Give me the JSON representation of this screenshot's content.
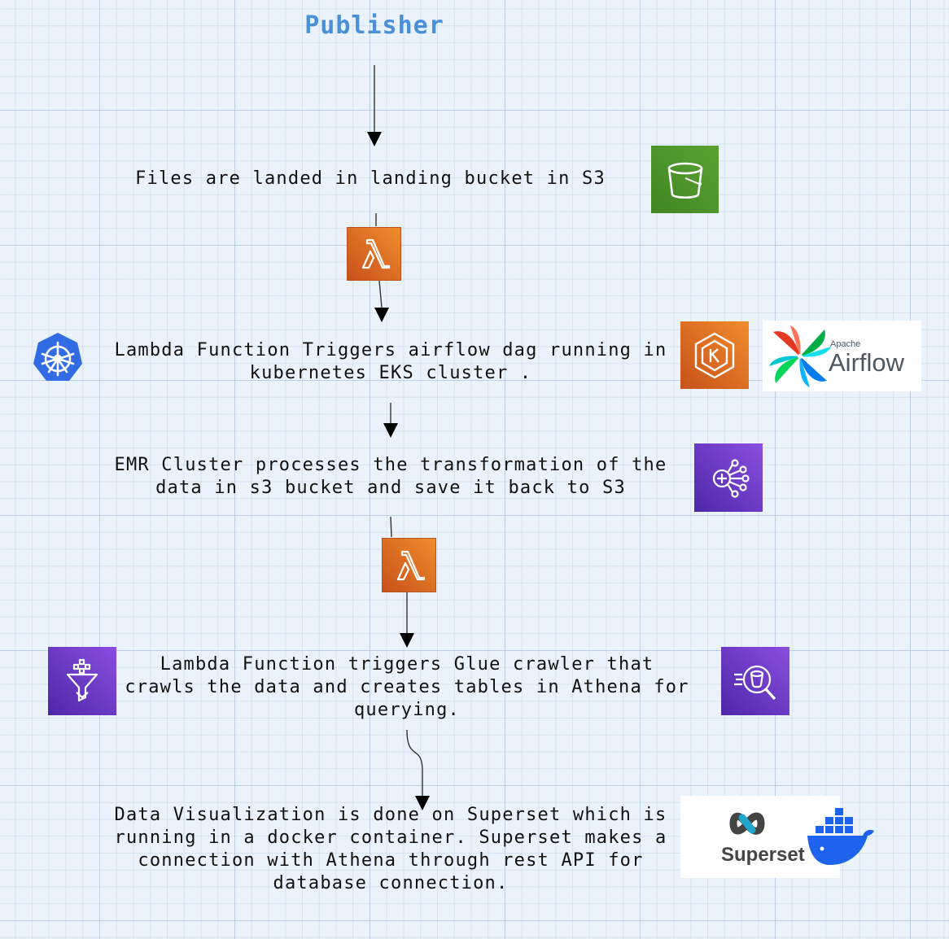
{
  "title": "Publisher",
  "steps": [
    {
      "lines": [
        "Files are landed in landing bucket in S3"
      ]
    },
    {
      "lines": [
        "Lambda Function Triggers airflow dag running in",
        "kubernetes EKS cluster ."
      ]
    },
    {
      "lines": [
        "EMR Cluster processes the transformation of the",
        "data in s3 bucket and save it back to S3"
      ]
    },
    {
      "lines": [
        "Lambda Function triggers Glue crawler that",
        "crawls the data and creates tables in Athena for",
        "querying."
      ]
    },
    {
      "lines": [
        "Data Visualization is done on Superset which is",
        "running in a docker container. Superset makes a",
        "connection with Athena through rest API for",
        "database connection."
      ]
    }
  ],
  "logos": {
    "airflow": {
      "small": "Apache",
      "big": "Airflow"
    },
    "superset": {
      "text": "Superset"
    }
  },
  "icons": [
    "s3-bucket-icon",
    "lambda-icon",
    "kubernetes-icon",
    "eks-icon",
    "airflow-logo",
    "emr-icon",
    "glue-icon",
    "athena-icon",
    "superset-logo",
    "docker-icon"
  ],
  "colors": {
    "title": "#4a90d9",
    "s3": "#3f8624",
    "lambda": "#ed7100",
    "eks": "#ed7100",
    "analytics": "#8c4fff",
    "kubernetes": "#326ce5",
    "docker": "#1d63ed"
  }
}
